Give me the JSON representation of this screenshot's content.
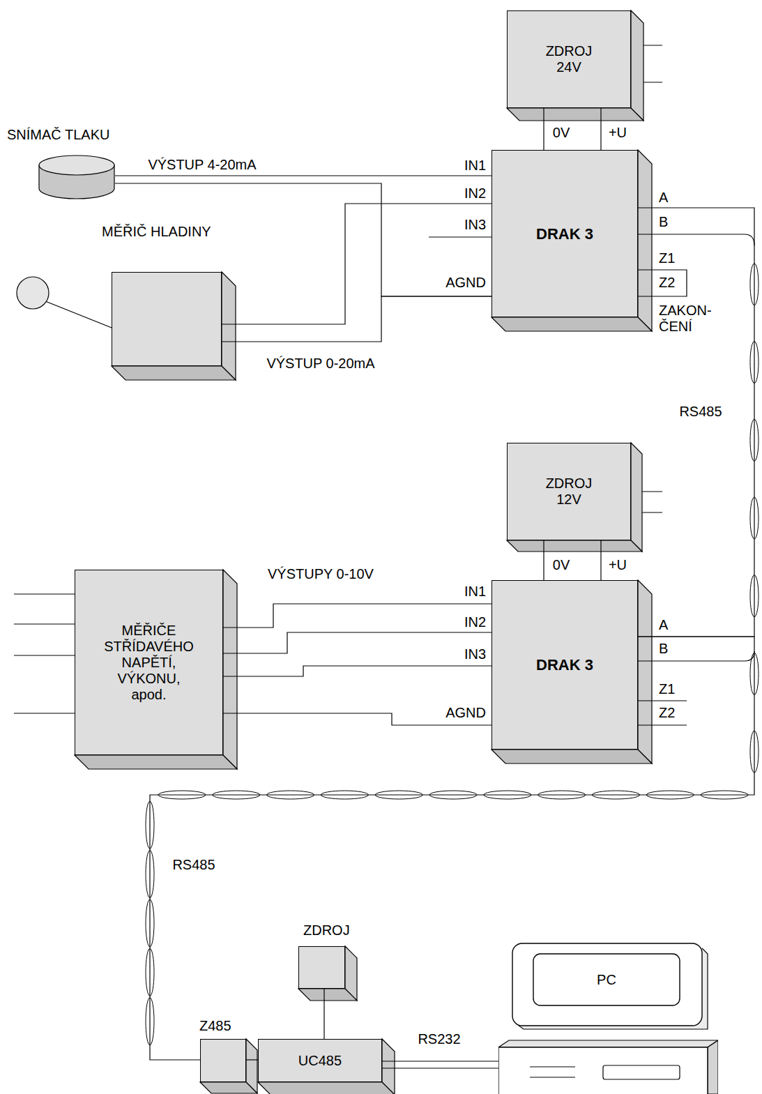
{
  "diagram": {
    "nodes": [
      {
        "text": [
          "ZDROJ 24V"
        ]
      },
      {
        "text": [
          "SNÍMAČ TLAKU"
        ]
      },
      {
        "text": [
          "MĚŘIČ HLADINY"
        ]
      },
      {
        "text": [
          "DRAK 3"
        ]
      },
      {
        "text": [
          "ZDROJ 12V"
        ]
      },
      {
        "text": [
          "MĚŘIČE STŘÍDAVÉHO NAPĚTÍ, VÝKONU, apod."
        ]
      },
      {
        "text": [
          "DRAK 3"
        ]
      },
      {
        "text": [
          "ZDROJ"
        ]
      },
      {
        "text": [
          "Z485"
        ]
      },
      {
        "text": [
          "UC485"
        ]
      },
      {
        "text": [
          "PC"
        ]
      }
    ],
    "edges": [
      {
        "from": 0,
        "to": 3,
        "label": "0V",
        "arrow": "none"
      },
      {
        "from": 0,
        "to": 3,
        "label": "+U",
        "arrow": "none"
      },
      {
        "from": 1,
        "to": 3,
        "label": "VÝSTUP 4-20mA",
        "arrow": "none"
      },
      {
        "from": 1,
        "to": 3,
        "arrow": "none"
      },
      {
        "from": 2,
        "to": 3,
        "arrow": "none"
      },
      {
        "from": 2,
        "to": 3,
        "label": "VÝSTUP 0-20mA",
        "arrow": "none"
      },
      {
        "from": 4,
        "to": 6,
        "label": "0V",
        "arrow": "none"
      },
      {
        "from": 4,
        "to": 6,
        "label": "+U",
        "arrow": "none"
      },
      {
        "from": 5,
        "to": 6,
        "label": "VÝSTUPY 0-10V",
        "arrow": "none"
      },
      {
        "from": 5,
        "to": 6,
        "arrow": "none"
      },
      {
        "from": 5,
        "to": 6,
        "arrow": "none"
      },
      {
        "from": 5,
        "to": 6,
        "arrow": "none"
      },
      {
        "from": 3,
        "to": 6,
        "label": "RS485",
        "arrow": "none"
      },
      {
        "from": 6,
        "to": 8,
        "label": "RS485",
        "arrow": "none"
      },
      {
        "from": 7,
        "to": 9,
        "arrow": "none"
      },
      {
        "from": 8,
        "to": 9,
        "arrow": "none"
      },
      {
        "from": 9,
        "to": 10,
        "label": "RS232",
        "arrow": "none"
      }
    ],
    "labels": [
      "IN1",
      "IN2",
      "IN3",
      "AGND",
      "A",
      "B",
      "Z1",
      "Z2",
      "ZAKON- ČENÍ",
      "IN1",
      "IN2",
      "IN3",
      "AGND",
      "A",
      "B",
      "Z1",
      "Z2"
    ]
  }
}
